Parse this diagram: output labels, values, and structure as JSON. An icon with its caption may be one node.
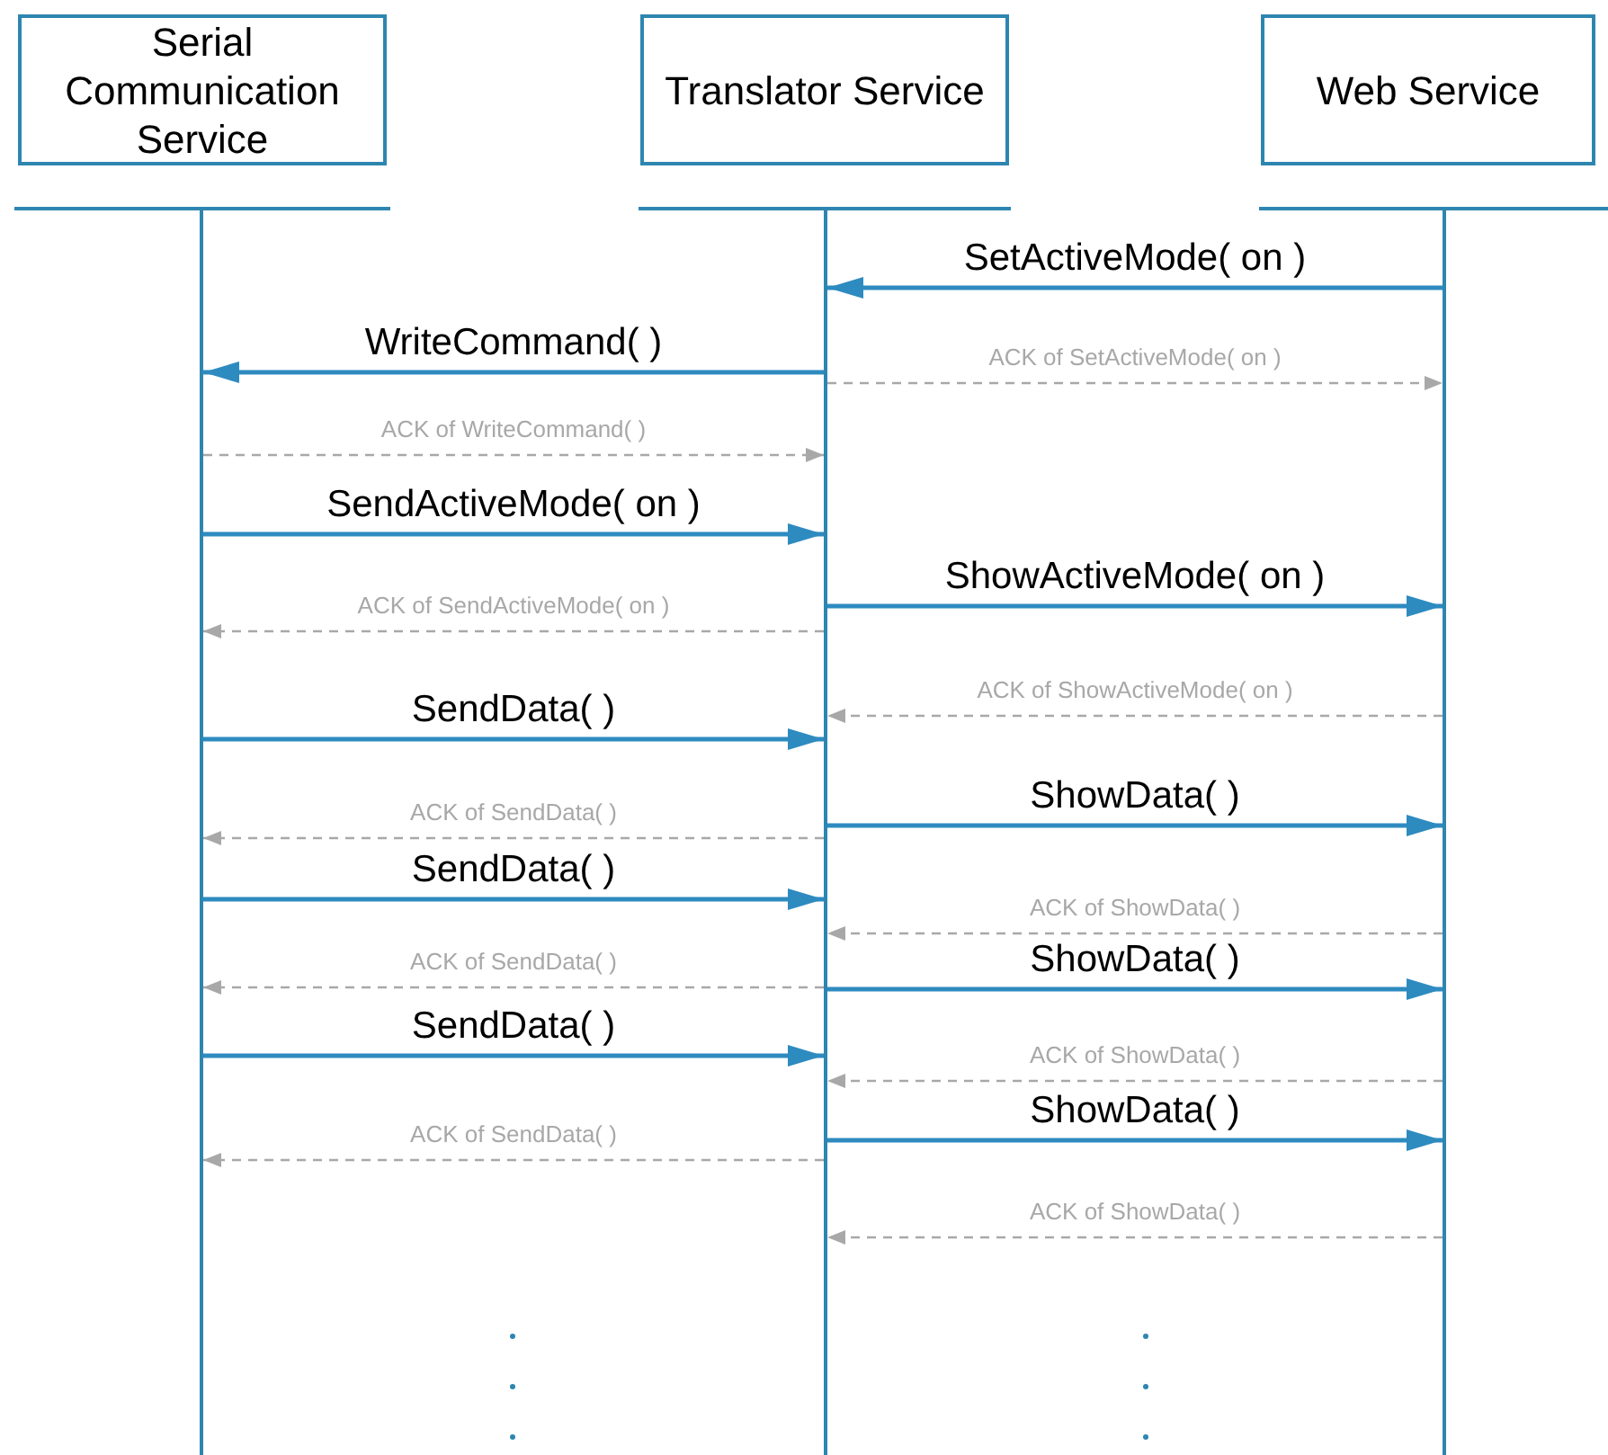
{
  "diagram": {
    "nodes": [
      {
        "text": [
          "Serial Communication Service"
        ]
      },
      {
        "text": [
          "Translator Service"
        ]
      },
      {
        "text": [
          "Web Service"
        ]
      },
      {
        "text": [],
        "shape": "line"
      },
      {
        "text": [],
        "shape": "line"
      },
      {
        "text": [],
        "shape": "line"
      }
    ],
    "edges": [
      {
        "from": 5,
        "to": 4,
        "arrow": "to",
        "label": "SetActiveMode( on )"
      },
      {
        "from": 4,
        "to": 3,
        "arrow": "to",
        "label": "WriteCommand( )"
      },
      {
        "from": 4,
        "to": 5,
        "arrow": "to",
        "label": "ACK of SetActiveMode( on )",
        "style": "dashed",
        "color": "#a8a8a8"
      },
      {
        "from": 3,
        "to": 4,
        "arrow": "to",
        "label": "ACK of WriteCommand( )",
        "style": "dashed",
        "color": "#a8a8a8"
      },
      {
        "from": 3,
        "to": 4,
        "arrow": "to",
        "label": "SendActiveMode( on )"
      },
      {
        "from": 4,
        "to": 5,
        "arrow": "to",
        "label": "ShowActiveMode( on )"
      },
      {
        "from": 4,
        "to": 3,
        "arrow": "to",
        "label": "ACK of SendActiveMode( on )",
        "style": "dashed",
        "color": "#a8a8a8"
      },
      {
        "from": 5,
        "to": 4,
        "arrow": "to",
        "label": "ACK of ShowActiveMode( on )",
        "style": "dashed",
        "color": "#a8a8a8"
      },
      {
        "from": 3,
        "to": 4,
        "arrow": "to",
        "label": "SendData( )"
      },
      {
        "from": 4,
        "to": 5,
        "arrow": "to",
        "label": "ShowData( )"
      },
      {
        "from": 4,
        "to": 3,
        "arrow": "to",
        "label": "ACK of SendData( )",
        "style": "dashed",
        "color": "#a8a8a8"
      },
      {
        "from": 3,
        "to": 4,
        "arrow": "to",
        "label": "SendData( )"
      },
      {
        "from": 5,
        "to": 4,
        "arrow": "to",
        "label": "ACK of ShowData( )",
        "style": "dashed",
        "color": "#a8a8a8"
      },
      {
        "from": 4,
        "to": 3,
        "arrow": "to",
        "label": "ACK of SendData( )",
        "style": "dashed",
        "color": "#a8a8a8"
      },
      {
        "from": 4,
        "to": 5,
        "arrow": "to",
        "label": "ShowData( )"
      },
      {
        "from": 3,
        "to": 4,
        "arrow": "to",
        "label": "SendData( )"
      },
      {
        "from": 5,
        "to": 4,
        "arrow": "to",
        "label": "ACK of ShowData( )",
        "style": "dashed",
        "color": "#a8a8a8"
      },
      {
        "from": 4,
        "to": 5,
        "arrow": "to",
        "label": "ShowData( )"
      },
      {
        "from": 4,
        "to": 3,
        "arrow": "to",
        "label": "ACK of SendData( )",
        "style": "dashed",
        "color": "#a8a8a8"
      },
      {
        "from": 5,
        "to": 4,
        "arrow": "to",
        "label": "ACK of ShowData( )",
        "style": "dashed",
        "color": "#a8a8a8"
      }
    ]
  }
}
